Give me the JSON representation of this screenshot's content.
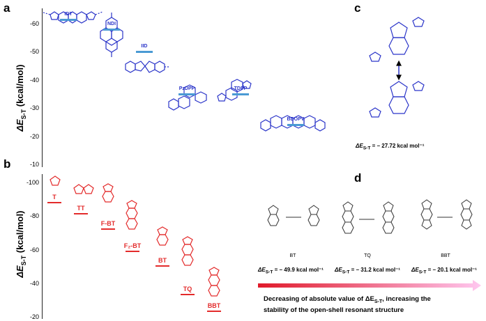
{
  "panels": {
    "a": "a",
    "b": "b",
    "c": "c",
    "d": "d"
  },
  "panel_a": {
    "ylabel_main": "ΔE",
    "ylabel_sub": "S-T",
    "ylabel_unit": "(kcal/mol)",
    "ticks": [
      "-60",
      "-50",
      "-40",
      "-30",
      "-20",
      "-10"
    ],
    "molecules": [
      {
        "label": "IDT",
        "value": -62
      },
      {
        "label": "NDI",
        "value": -58.5
      },
      {
        "label": "IID",
        "value": -50.5
      },
      {
        "label": "PzDPP",
        "value": -35.5
      },
      {
        "label": "TDPP",
        "value": -35.5
      },
      {
        "label": "BDOPV",
        "value": -24.5
      }
    ]
  },
  "panel_b": {
    "ylabel_main": "ΔE",
    "ylabel_sub": "S-T",
    "ylabel_unit": "(kcal/mol)",
    "ticks": [
      "-100",
      "-80",
      "-60",
      "-40",
      "-20"
    ],
    "molecules": [
      {
        "label": "T",
        "value": -89
      },
      {
        "label": "TT",
        "value": -82
      },
      {
        "label": "F-BT",
        "value": -73
      },
      {
        "label": "F₂-BT",
        "value": -60
      },
      {
        "label": "BT",
        "value": -51
      },
      {
        "label": "TQ",
        "value": -34
      },
      {
        "label": "BBT",
        "value": -24
      }
    ]
  },
  "panel_c": {
    "energy_prefix": "ΔE",
    "energy_sub": "S-T",
    "energy_value": " = – 27.72 kcal mol⁻¹"
  },
  "panel_d": {
    "labels": [
      "BT",
      "TQ",
      "BBT"
    ],
    "energies": [
      {
        "sub": "S-T",
        "value": " = – 49.9 kcal mol⁻¹"
      },
      {
        "sub": "S-T",
        "value": " = – 31.2 kcal mol⁻¹"
      },
      {
        "sub": "S-T",
        "value": " = – 20.1 kcal mol⁻¹"
      }
    ],
    "caption_line1": "Decreasing of absolute value of ΔE",
    "caption_sub": "S-T",
    "caption_line1_end": ", increasing the",
    "caption_line2": "stability of the open-shell resonant structure"
  },
  "colors": {
    "blue": "#2b35c9",
    "red": "#e32b2b",
    "bar_blue": "#4a9ad4",
    "arrow_start": "#e01a2a",
    "arrow_end": "#ffc8f0"
  }
}
